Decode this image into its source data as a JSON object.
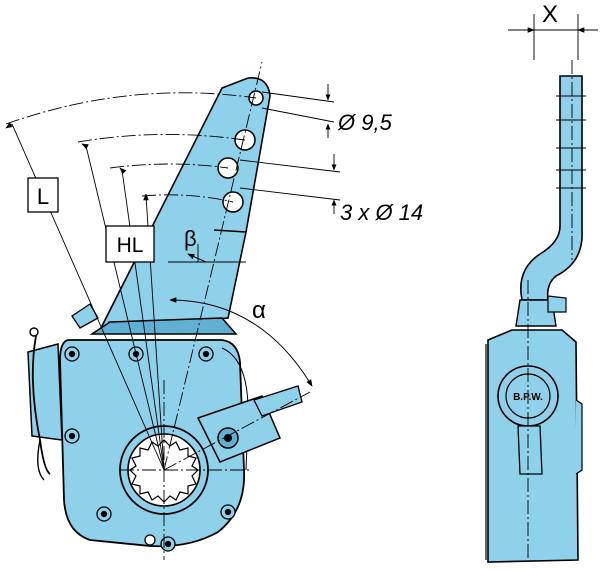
{
  "colors": {
    "body": "#8fd0ea",
    "body_dark": "#5fb0d2",
    "outline": "#000000",
    "background": "#ffffff"
  },
  "labels": {
    "hole_small": "Ø 9,5",
    "holes_large": "3 x Ø 14",
    "L": "L",
    "HL": "HL",
    "beta": "β",
    "alpha": "α",
    "X": "X",
    "logo": "B.P.W."
  }
}
